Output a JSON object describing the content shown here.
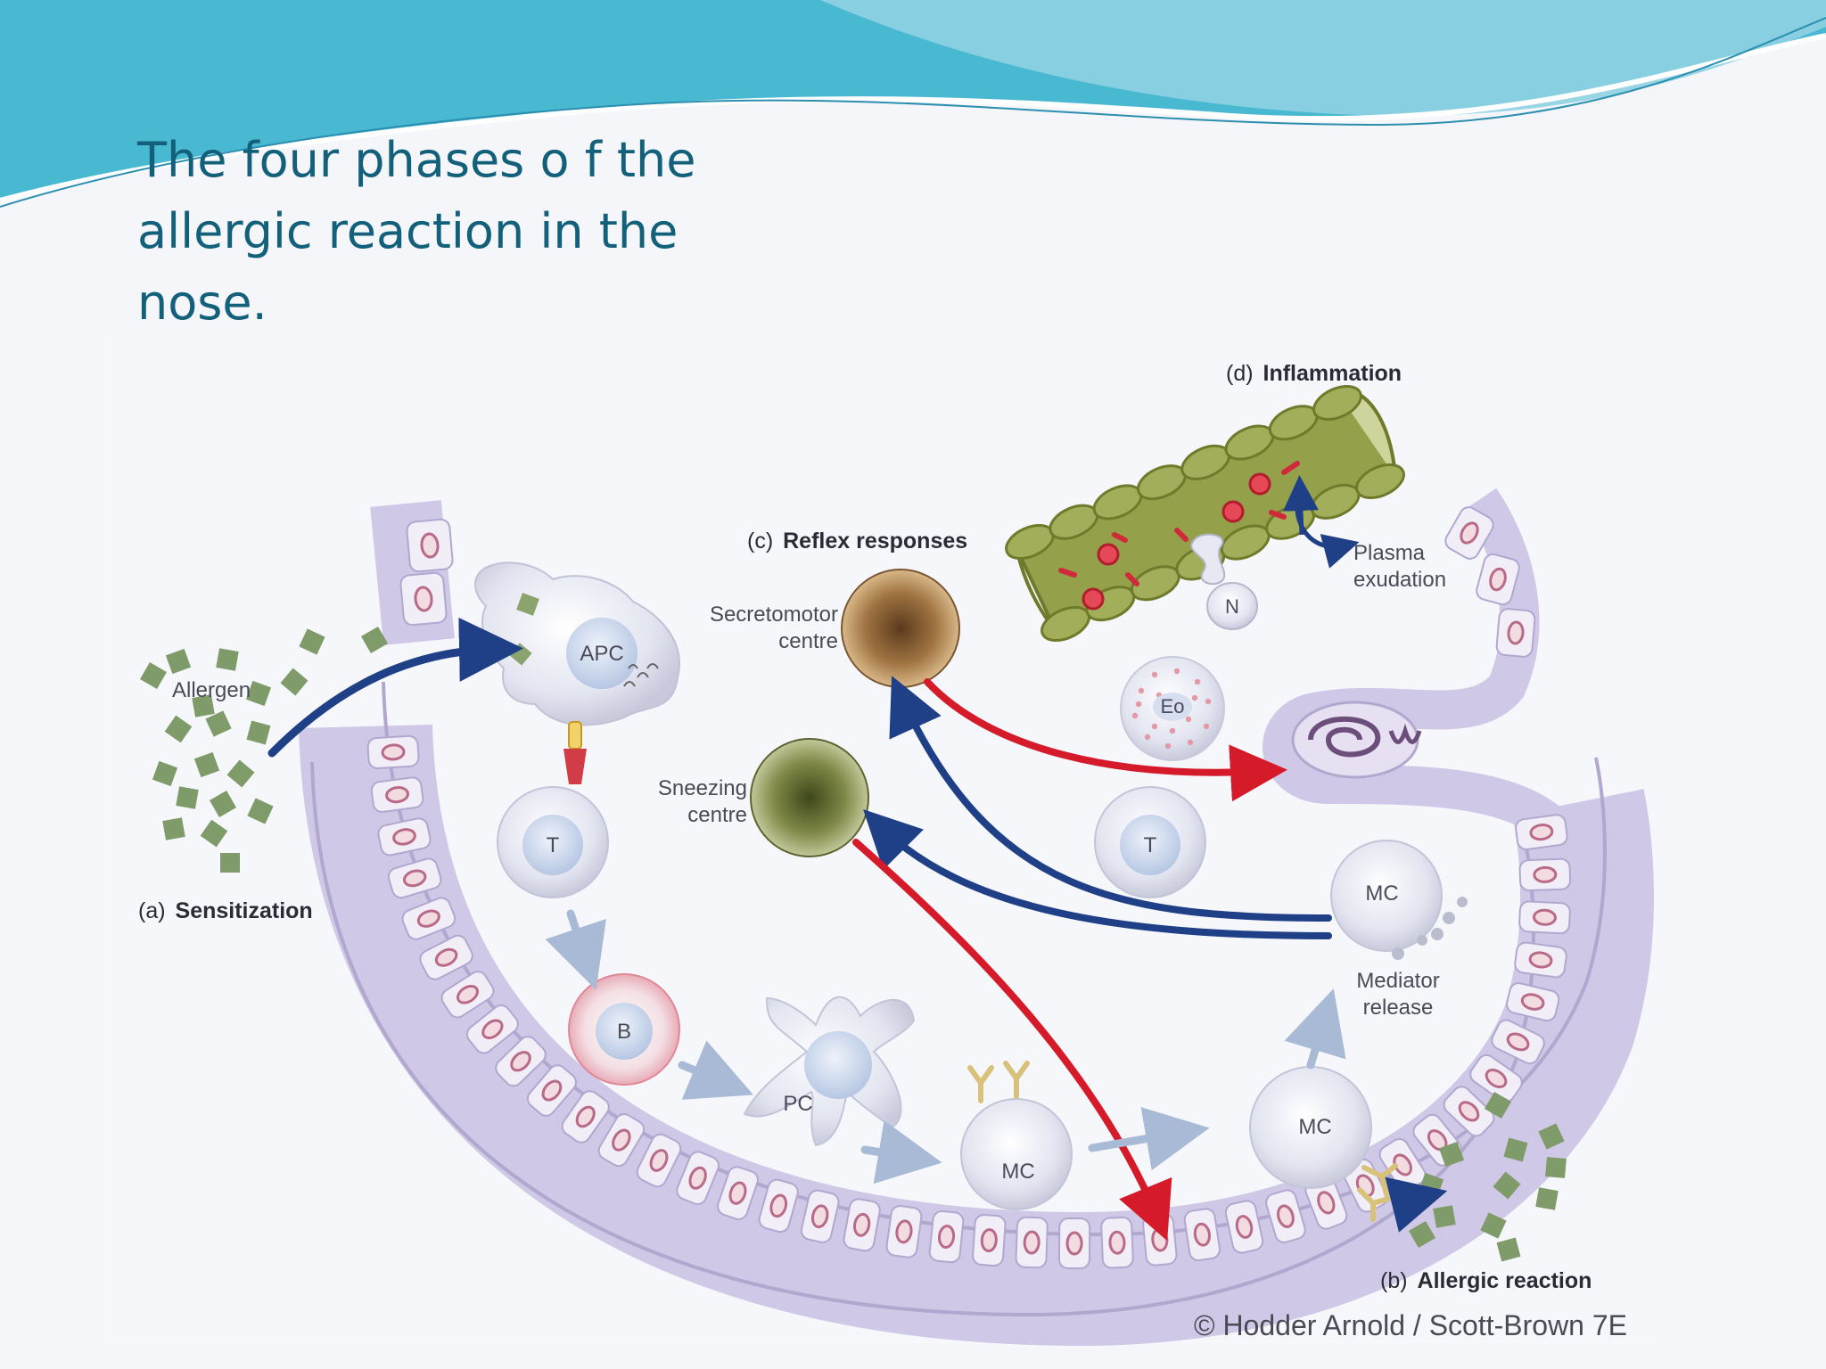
{
  "slide": {
    "title": "The four phases o f the\nallergic reaction in the\nnose."
  },
  "diagram": {
    "phase_a_letter": "(a)",
    "phase_a_label": "Sensitization",
    "phase_b_letter": "(b)",
    "phase_b_label": "Allergic reaction",
    "phase_c_letter": "(c)",
    "phase_c_label": "Reflex responses",
    "phase_d_letter": "(d)",
    "phase_d_label": "Inflammation",
    "allergen_label": "Allergen",
    "apc_label": "APC",
    "t_cell_label": "T",
    "t_cell_2_label": "T",
    "b_cell_label": "B",
    "pc_label": "PC",
    "mc_label_1": "MC",
    "mc_label_2": "MC",
    "mc_label_3": "MC",
    "eo_label": "Eo",
    "n_label": "N",
    "secretomotor_line1": "Secretomotor",
    "secretomotor_line2": "centre",
    "sneezing_line1": "Sneezing",
    "sneezing_line2": "centre",
    "plasma_line1": "Plasma",
    "plasma_line2": "exudation",
    "mediator_line1": "Mediator",
    "mediator_line2": "release",
    "copyright": "© Hodder Arnold / Scott-Brown 7E"
  },
  "colors": {
    "title": "#13607a",
    "header_wave": "#3fb4cf",
    "arrow_blue": "#1f3f86",
    "arrow_red": "#d51a2a",
    "arrow_light": "#a9bad6",
    "epithelium": "#b2a8cf",
    "vessel": "#8b9a3c"
  }
}
